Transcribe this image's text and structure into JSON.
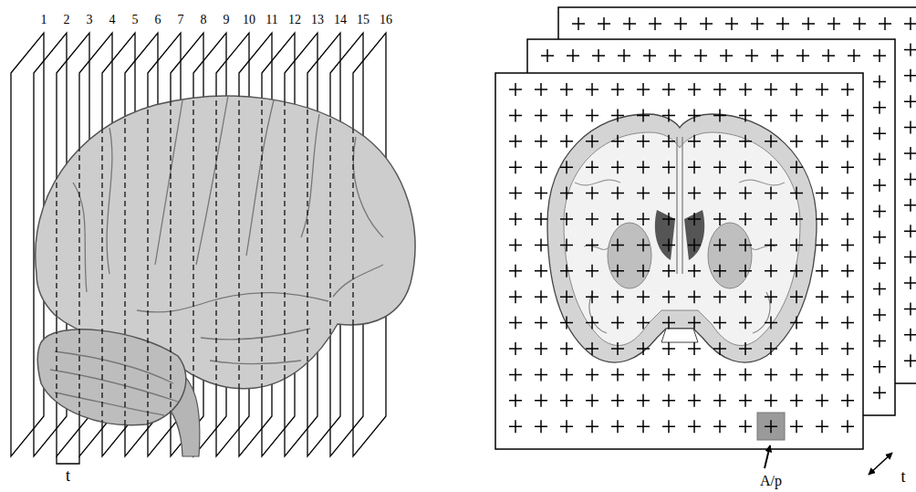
{
  "diagram": {
    "labels": [
      "1",
      "2",
      "3",
      "4",
      "5",
      "6",
      "7",
      "8",
      "9",
      "10",
      "11",
      "12",
      "13",
      "14",
      "15",
      "16",
      "t",
      "t",
      "A/p"
    ]
  }
}
